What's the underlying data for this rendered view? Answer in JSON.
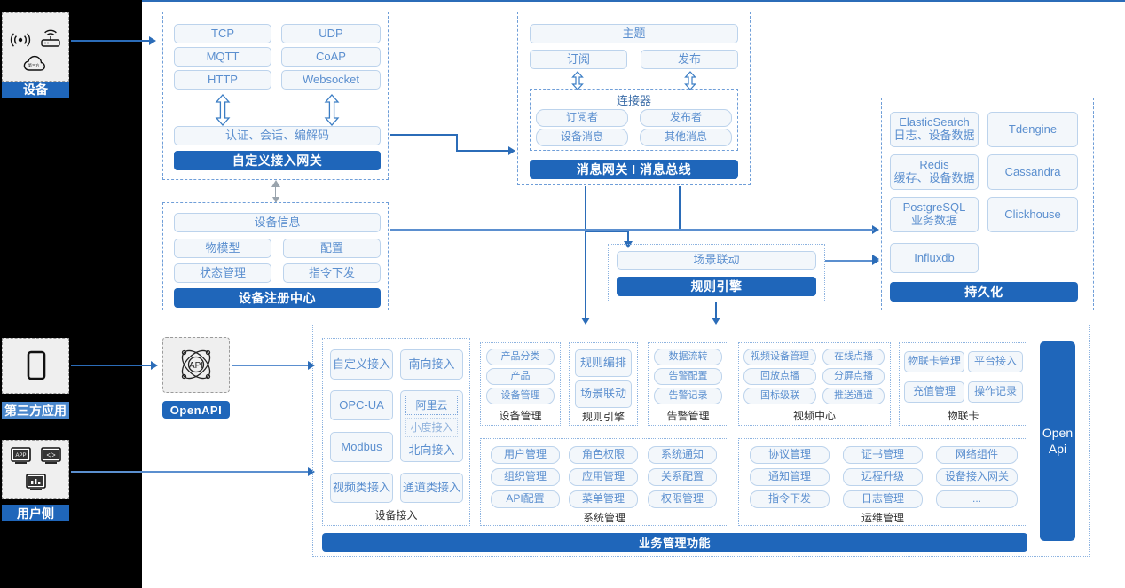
{
  "left_rail": {
    "items": [
      {
        "tag": "设备",
        "icons": [
          "wifi-signal-icon",
          "router-icon",
          "cloud-icon"
        ],
        "style": "dark"
      },
      {
        "tag": "第三方应用",
        "icons": [
          "mobile-phone-icon"
        ],
        "style": "light"
      },
      {
        "tag": "用户侧",
        "icons": [
          "app-window-icon",
          "code-window-icon",
          "chart-window-icon"
        ],
        "style": "dark"
      }
    ]
  },
  "openapi_node": {
    "label": "OpenAPI",
    "icon": "api-atom-icon"
  },
  "gateway": {
    "protocols_left": [
      "TCP",
      "MQTT",
      "HTTP"
    ],
    "protocols_right": [
      "UDP",
      "CoAP",
      "Websocket"
    ],
    "middle": "认证、会话、编解码",
    "title": "自定义接入网关"
  },
  "message_bus": {
    "topic": "主题",
    "sub": "订阅",
    "pub": "发布",
    "connector_title": "连接器",
    "connector_items": [
      "订阅者",
      "发布者",
      "设备消息",
      "其他消息"
    ],
    "title": "消息网关 l 消息总线"
  },
  "device_registry": {
    "info": "设备信息",
    "items": [
      "物模型",
      "配置",
      "状态管理",
      "指令下发"
    ],
    "title": "设备注册中心"
  },
  "rule_engine": {
    "scene": "场景联动",
    "title": "规则引擎"
  },
  "persistence": {
    "left": [
      {
        "name": "ElasticSearch",
        "desc": "日志、设备数据"
      },
      {
        "name": "Redis",
        "desc": "缓存、设备数据"
      },
      {
        "name": "PostgreSQL",
        "desc": "业务数据"
      },
      {
        "name": "Influxdb",
        "desc": ""
      }
    ],
    "right": [
      "Tdengine",
      "Cassandra",
      "Clickhouse"
    ],
    "title": "持久化"
  },
  "business": {
    "title": "业务管理功能",
    "open_api_label": "Open\nApi",
    "device_access": {
      "label": "设备接入",
      "items": [
        "自定义接入",
        "南向接入",
        "OPC-UA",
        "Modbus",
        "视频类接入",
        "通道类接入"
      ],
      "north": {
        "label": "北向接入",
        "items": [
          "阿里云",
          "小度接入"
        ]
      }
    },
    "device_manage": {
      "label": "设备管理",
      "items": [
        "产品分类",
        "产品",
        "设备管理"
      ]
    },
    "rule_engine": {
      "label": "规则引擎",
      "items": [
        "规则编排",
        "场景联动"
      ]
    },
    "alarm_manage": {
      "label": "告警管理",
      "items": [
        "数据流转",
        "告警配置",
        "告警记录"
      ]
    },
    "video_center": {
      "label": "视频中心",
      "items": [
        "视频设备管理",
        "在线点播",
        "回放点播",
        "分屏点播",
        "国标级联",
        "推送通道"
      ]
    },
    "iot_card": {
      "label": "物联卡",
      "items": [
        "物联卡管理",
        "平台接入",
        "充值管理",
        "操作记录"
      ]
    },
    "system_manage": {
      "label": "系统管理",
      "items": [
        "用户管理",
        "角色权限",
        "系统通知",
        "组织管理",
        "应用管理",
        "关系配置",
        "API配置",
        "菜单管理",
        "权限管理"
      ]
    },
    "ops_manage": {
      "label": "运维管理",
      "items": [
        "协议管理",
        "证书管理",
        "网络组件",
        "通知管理",
        "远程升级",
        "设备接入网关",
        "指令下发",
        "日志管理",
        "..."
      ]
    }
  },
  "colors": {
    "brand_blue": "#1f66ba",
    "line_blue": "#2b6cb8",
    "chip_border": "#bcd3ec",
    "chip_bg": "#f3f7fb",
    "chip_text": "#5b8fcf",
    "rail_bg": "#efefef",
    "page_bg": "#000000"
  }
}
